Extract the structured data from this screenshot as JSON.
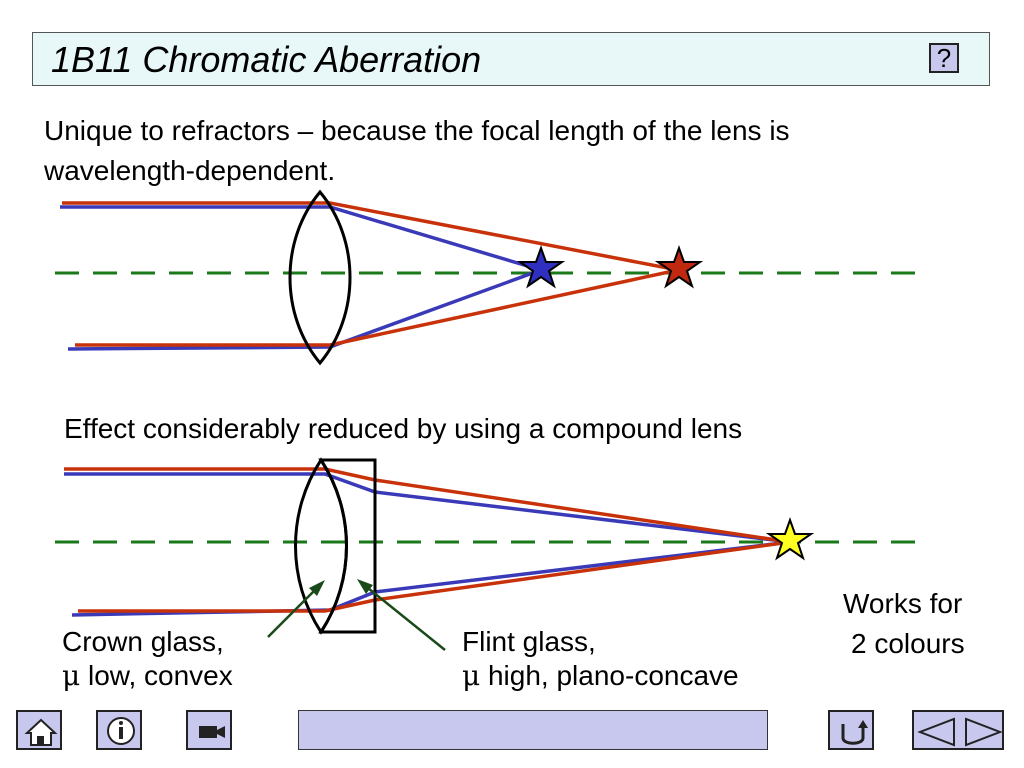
{
  "title": "1B11 Chromatic Aberration",
  "help_label": "?",
  "intro": {
    "line1": "Unique to refractors – because the focal length of the lens is",
    "line2": "wavelength-dependent."
  },
  "effect_text": "Effect considerably reduced by using a compound lens",
  "crown": {
    "line1": "Crown glass,",
    "mu": "μ",
    "line2": " low, convex"
  },
  "flint": {
    "line1": "Flint glass,",
    "mu": "μ",
    "line2": " high, plano-concave"
  },
  "works": {
    "line1": "Works for",
    "line2": "2 colours"
  },
  "colors": {
    "red_ray": "#c8320a",
    "blue_ray": "#3a3ab8",
    "axis": "#1a7a1a",
    "blue_star": "#3030c0",
    "red_star": "#c02810",
    "yellow_star": "#ffff20",
    "arrow": "#1a4a1a",
    "button_fill": "#c8c8ee",
    "title_bg": "#e8f8f8"
  },
  "nav": [
    "home-icon",
    "info-icon",
    "camera-icon",
    "return-icon",
    "back-icon",
    "forward-icon"
  ]
}
